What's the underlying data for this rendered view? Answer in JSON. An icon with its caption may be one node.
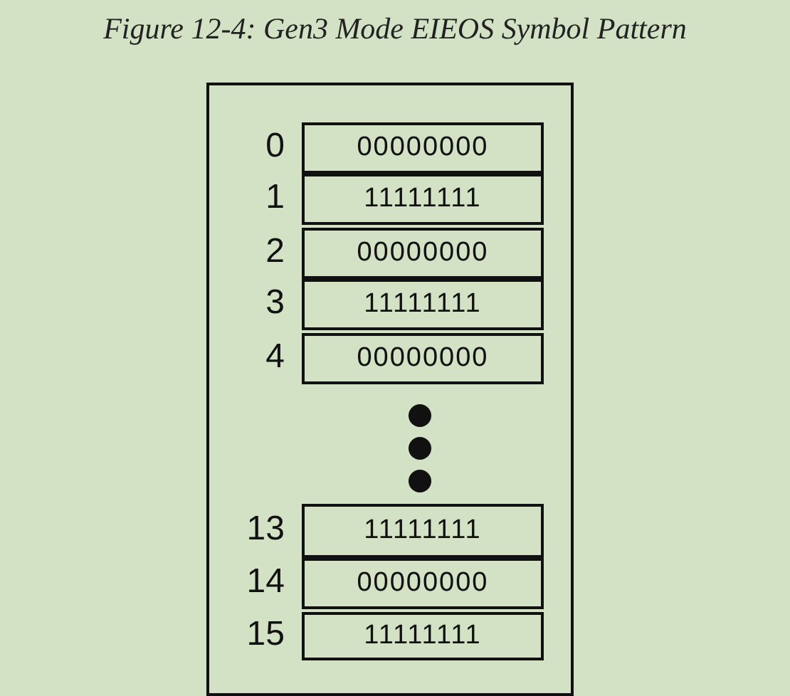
{
  "diagram": {
    "title": "Figure 12-4: Gen3 Mode EIEOS Symbol Pattern",
    "nodes": [
      {
        "text": [],
        "shape": "box"
      },
      {
        "text": [
          "00000000"
        ],
        "beside": [
          "0"
        ],
        "in": 0
      },
      {
        "text": [
          "11111111"
        ],
        "beside": [
          "1"
        ],
        "in": 0
      },
      {
        "text": [
          "00000000"
        ],
        "beside": [
          "2"
        ],
        "in": 0
      },
      {
        "text": [
          "11111111"
        ],
        "beside": [
          "3"
        ],
        "in": 0
      },
      {
        "text": [
          "00000000"
        ],
        "beside": [
          "4"
        ],
        "in": 0
      },
      {
        "text": [
          "11111111"
        ],
        "beside": [
          "13"
        ],
        "in": 0
      },
      {
        "text": [
          "00000000"
        ],
        "beside": [
          "14"
        ],
        "in": 0
      },
      {
        "text": [
          "11111111"
        ],
        "beside": [
          "15"
        ],
        "in": 0
      }
    ]
  }
}
